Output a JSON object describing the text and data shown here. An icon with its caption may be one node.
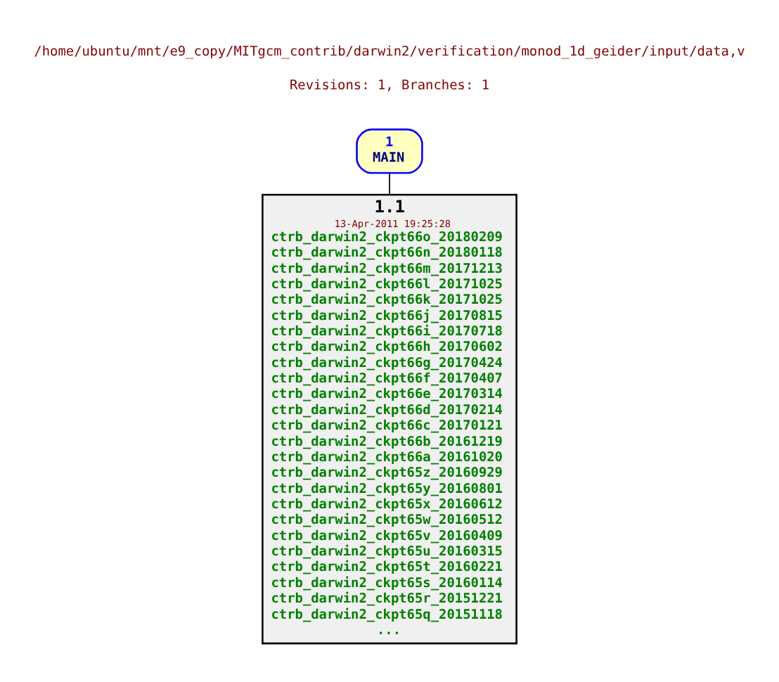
{
  "diagram": {
    "title": "/home/ubuntu/mnt/e9_copy/MITgcm_contrib/darwin2/verification/monod_1d_geider/input/data,v",
    "nodes": [
      {
        "text": [
          "1",
          "MAIN"
        ]
      },
      {
        "text": [
          "1.1",
          "13-Apr-2011 19:25:28",
          "ctrb_darwin2_ckpt66o_20180209",
          "ctrb_darwin2_ckpt66n_20180118",
          "ctrb_darwin2_ckpt66m_20171213",
          "ctrb_darwin2_ckpt66l_20171025",
          "ctrb_darwin2_ckpt66k_20171025",
          "ctrb_darwin2_ckpt66j_20170815",
          "ctrb_darwin2_ckpt66i_20170718",
          "ctrb_darwin2_ckpt66h_20170602",
          "ctrb_darwin2_ckpt66g_20170424",
          "ctrb_darwin2_ckpt66f_20170407",
          "ctrb_darwin2_ckpt66e_20170314",
          "ctrb_darwin2_ckpt66d_20170214",
          "ctrb_darwin2_ckpt66c_20170121",
          "ctrb_darwin2_ckpt66b_20161219",
          "ctrb_darwin2_ckpt66a_20161020",
          "ctrb_darwin2_ckpt65z_20160929",
          "ctrb_darwin2_ckpt65y_20160801",
          "ctrb_darwin2_ckpt65x_20160612",
          "ctrb_darwin2_ckpt65w_20160512",
          "ctrb_darwin2_ckpt65v_20160409",
          "ctrb_darwin2_ckpt65u_20160315",
          "ctrb_darwin2_ckpt65t_20160221",
          "ctrb_darwin2_ckpt65s_20160114",
          "ctrb_darwin2_ckpt65r_20151221",
          "ctrb_darwin2_ckpt65q_20151118",
          "..."
        ]
      }
    ],
    "edges": [
      {
        "from": 0,
        "to": 1,
        "arrow": "none"
      }
    ],
    "labels": [
      "Revisions: 1, Branches: 1"
    ]
  }
}
